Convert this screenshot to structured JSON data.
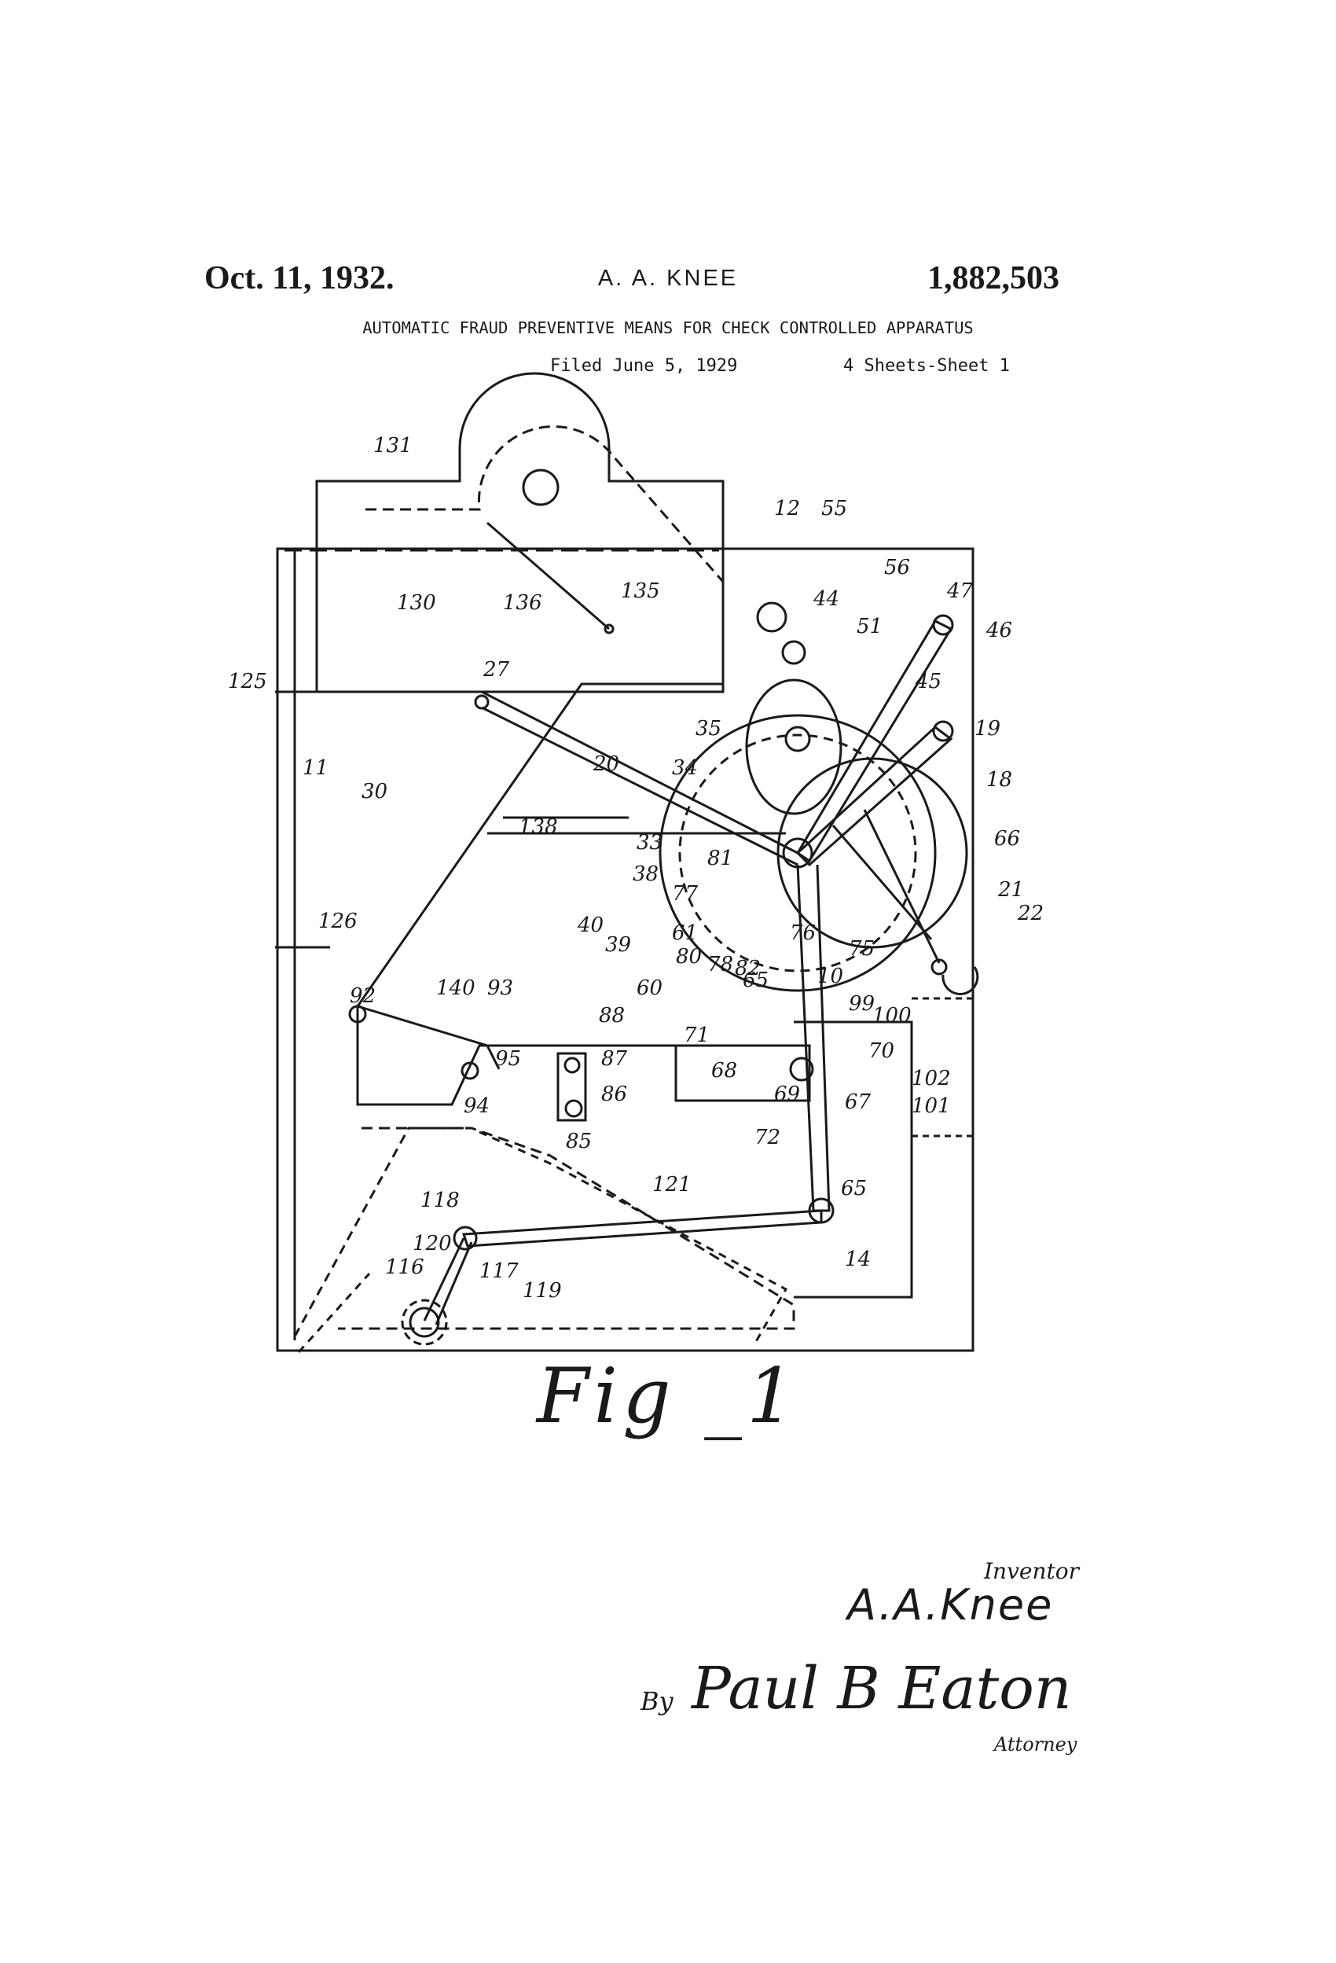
{
  "header": {
    "date": "Oct. 11, 1932.",
    "inventor": "A. A. KNEE",
    "patent_number": "1,882,503",
    "title": "AUTOMATIC FRAUD PREVENTIVE MEANS FOR CHECK CONTROLLED APPARATUS",
    "filed": "Filed June 5, 1929",
    "sheets": "4 Sheets-Sheet 1"
  },
  "figure": {
    "label": "Fig _1",
    "reference_numerals": [
      "131",
      "12",
      "55",
      "56",
      "47",
      "46",
      "130",
      "136",
      "135",
      "44",
      "51",
      "45",
      "19",
      "18",
      "66",
      "21",
      "22",
      "125",
      "27",
      "30",
      "11",
      "20",
      "35",
      "34",
      "33",
      "38",
      "138",
      "126",
      "40",
      "39",
      "77",
      "81",
      "61",
      "80",
      "78",
      "82",
      "76",
      "75",
      "92",
      "140",
      "93",
      "60",
      "65",
      "10",
      "99",
      "100",
      "88",
      "87",
      "71",
      "70",
      "68",
      "95",
      "94",
      "86",
      "69",
      "67",
      "102",
      "101",
      "85",
      "72",
      "118",
      "121",
      "65",
      "120",
      "116",
      "117",
      "119",
      "14"
    ]
  },
  "signatures": {
    "inventor_word": "Inventor",
    "inventor_signature": "A.A.Knee",
    "by": "By",
    "attorney_signature": "Paul B Eaton",
    "attorney_word": "Attorney"
  }
}
